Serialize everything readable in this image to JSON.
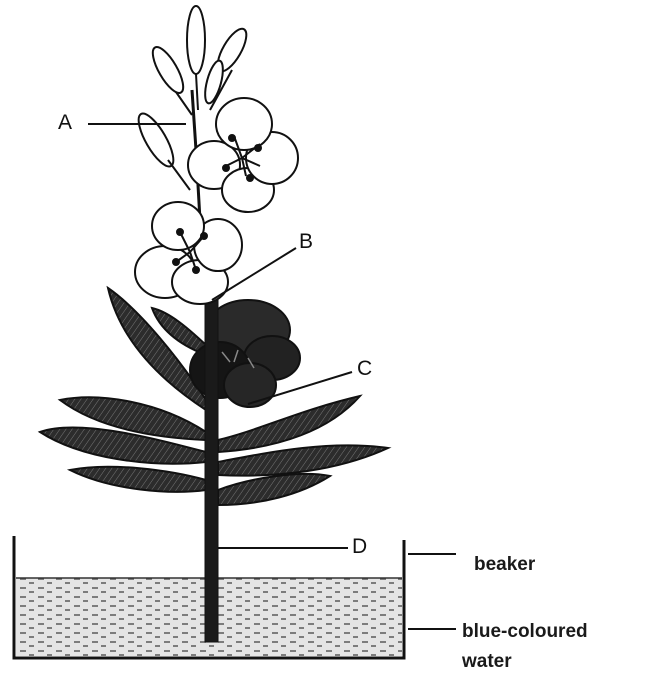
{
  "labels": {
    "a": "A",
    "b": "B",
    "c": "C",
    "d": "D"
  },
  "captions": {
    "beaker": "beaker",
    "water_line1": "blue-coloured",
    "water_line2": "water"
  }
}
